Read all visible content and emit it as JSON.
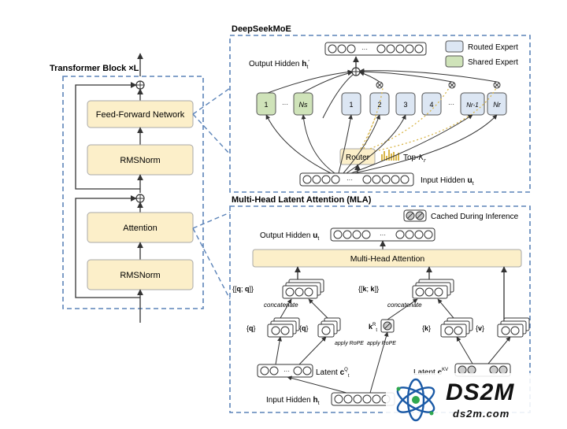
{
  "transformer": {
    "title": "Transformer Block ×L",
    "ffn": "Feed-Forward Network",
    "rmsnorm_top": "RMSNorm",
    "attention": "Attention",
    "rmsnorm_bottom": "RMSNorm"
  },
  "moe": {
    "title": "DeepSeekMoE",
    "output_hidden": "Output Hidden",
    "input_hidden": "Input Hidden",
    "router": "Router",
    "topk": "Top-",
    "legend_routed": "Routed Expert",
    "legend_shared": "Shared Expert",
    "shared_experts": [
      "1",
      "Ns"
    ],
    "routed_experts": [
      "1",
      "2",
      "3",
      "4",
      "Nr-1",
      "Nr"
    ],
    "ellipsis": "···"
  },
  "mla": {
    "title": "Multi-Head Latent Attention (MLA)",
    "cached": "Cached During Inference",
    "output_hidden": "Output Hidden",
    "mha": "Multi-Head Attention",
    "concatenate_q": "concatenate",
    "concatenate_k": "concatenate",
    "apply_rope_q": "apply RoPE",
    "apply_rope_k": "apply RoPE",
    "latent_q": "Latent",
    "latent_kv": "Latent",
    "input_hidden": "Input Hidden"
  },
  "watermark": {
    "logo": "DS2M",
    "url": "ds2m.com"
  },
  "colors": {
    "frame": "#5b83b8",
    "block_fill": "#fcefc9",
    "routed": "#dce6f3",
    "shared": "#cfe3b9"
  }
}
